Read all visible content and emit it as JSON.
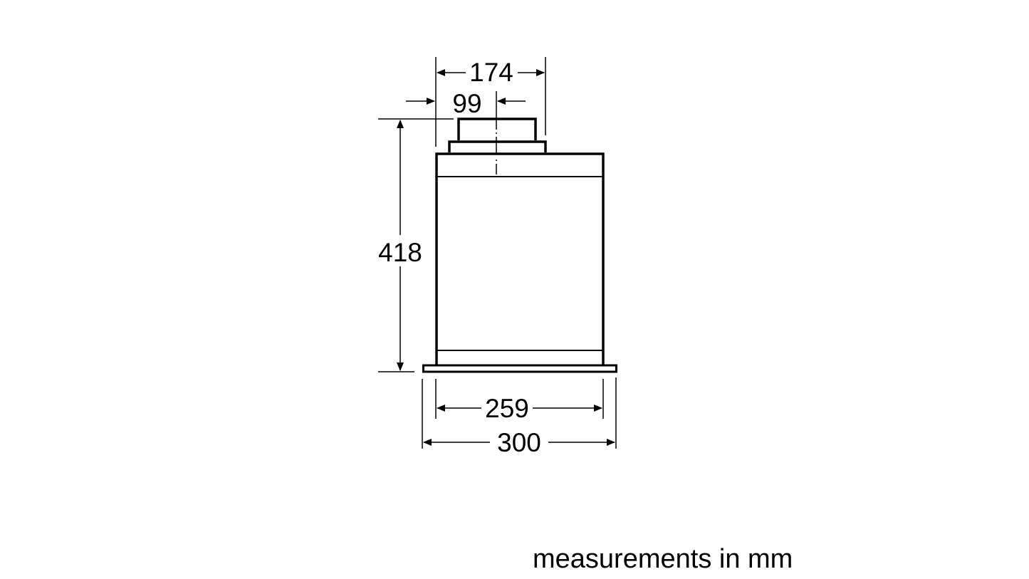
{
  "diagram": {
    "type": "technical-dimension-drawing",
    "subject": "built-in unit front view",
    "dimensions": {
      "overall_height": "418",
      "top_width": "174",
      "outlet_offset": "99",
      "body_width": "259",
      "overall_width": "300"
    },
    "caption": "measurements in mm",
    "colors": {
      "line": "#000000",
      "background": "#ffffff"
    }
  }
}
